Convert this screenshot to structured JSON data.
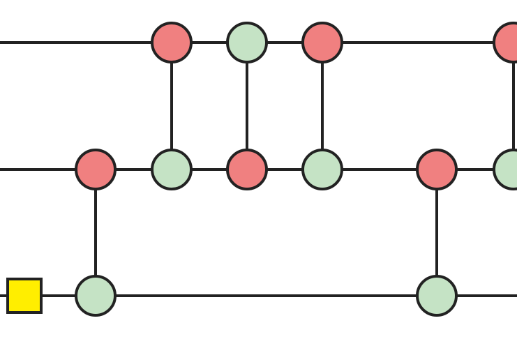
{
  "diagram": {
    "colors": {
      "background": "#ffffff",
      "wire": "#222222",
      "red_node": "#f08080",
      "green_node": "#c5e3c5",
      "box": "#ffee00"
    },
    "wires": [
      {
        "id": "wire-1"
      },
      {
        "id": "wire-2"
      },
      {
        "id": "wire-3"
      }
    ],
    "nodes": [
      {
        "id": "n1",
        "wire": 1,
        "column": 3,
        "color": "red"
      },
      {
        "id": "n2",
        "wire": 1,
        "column": 4,
        "color": "green"
      },
      {
        "id": "n3",
        "wire": 1,
        "column": 5,
        "color": "red"
      },
      {
        "id": "n4",
        "wire": 1,
        "column": 7,
        "color": "red"
      },
      {
        "id": "n5",
        "wire": 2,
        "column": 2,
        "color": "red"
      },
      {
        "id": "n6",
        "wire": 2,
        "column": 3,
        "color": "green"
      },
      {
        "id": "n7",
        "wire": 2,
        "column": 4,
        "color": "red"
      },
      {
        "id": "n8",
        "wire": 2,
        "column": 5,
        "color": "green"
      },
      {
        "id": "n9",
        "wire": 2,
        "column": 6,
        "color": "red"
      },
      {
        "id": "n10",
        "wire": 2,
        "column": 7,
        "color": "green"
      },
      {
        "id": "n11",
        "wire": 3,
        "column": 2,
        "color": "green"
      },
      {
        "id": "n12",
        "wire": 3,
        "column": 6,
        "color": "green"
      }
    ],
    "connections": [
      {
        "id": "c1",
        "from": "n1",
        "to": "n6"
      },
      {
        "id": "c2",
        "from": "n2",
        "to": "n7"
      },
      {
        "id": "c3",
        "from": "n3",
        "to": "n8"
      },
      {
        "id": "c4",
        "from": "n4",
        "to": "n10"
      },
      {
        "id": "c5",
        "from": "n5",
        "to": "n11"
      },
      {
        "id": "c6",
        "from": "n9",
        "to": "n12"
      }
    ],
    "boxes": [
      {
        "id": "b1",
        "wire": 3,
        "column": 1,
        "color": "yellow"
      }
    ]
  }
}
